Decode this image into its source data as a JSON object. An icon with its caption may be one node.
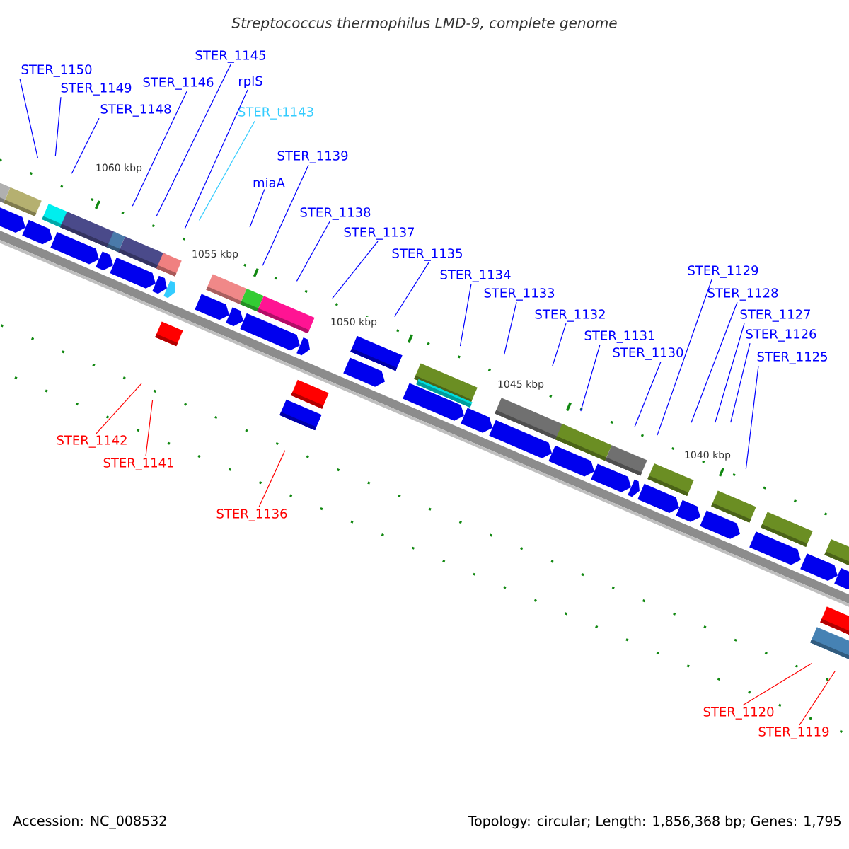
{
  "diagram": {
    "title": "Streptococcus thermophilus LMD-9, complete genome",
    "nodes": [
      {
        "text": [
          "STER_1150"
        ]
      },
      {
        "text": [
          "STER_1149"
        ]
      },
      {
        "text": [
          "STER_1148"
        ]
      },
      {
        "text": [
          "STER_1146"
        ]
      },
      {
        "text": [
          "STER_1145"
        ]
      },
      {
        "text": [
          "rplS"
        ]
      },
      {
        "text": [
          "STER_t1143"
        ]
      },
      {
        "text": [
          "miaA"
        ]
      },
      {
        "text": [
          "STER_1139"
        ]
      },
      {
        "text": [
          "STER_1138"
        ]
      },
      {
        "text": [
          "STER_1137"
        ]
      },
      {
        "text": [
          "STER_1135"
        ]
      },
      {
        "text": [
          "STER_1134"
        ]
      },
      {
        "text": [
          "STER_1133"
        ]
      },
      {
        "text": [
          "STER_1132"
        ]
      },
      {
        "text": [
          "STER_1131"
        ]
      },
      {
        "text": [
          "STER_1130"
        ]
      },
      {
        "text": [
          "STER_1129"
        ]
      },
      {
        "text": [
          "STER_1128"
        ]
      },
      {
        "text": [
          "STER_1127"
        ]
      },
      {
        "text": [
          "STER_1126"
        ]
      },
      {
        "text": [
          "STER_1125"
        ]
      },
      {
        "text": [
          "STER_1142"
        ]
      },
      {
        "text": [
          "STER_1141"
        ]
      },
      {
        "text": [
          "STER_1136"
        ]
      },
      {
        "text": [
          "STER_1120"
        ]
      },
      {
        "text": [
          "STER_1119"
        ]
      }
    ],
    "edges": [
      {
        "from": 0,
        "to": null,
        "arrow": "none"
      },
      {
        "from": 1,
        "to": null,
        "arrow": "none"
      },
      {
        "from": 2,
        "to": null,
        "arrow": "none"
      },
      {
        "from": 3,
        "to": null,
        "arrow": "none"
      },
      {
        "from": 4,
        "to": null,
        "arrow": "none"
      },
      {
        "from": 5,
        "to": null,
        "arrow": "none"
      },
      {
        "from": 6,
        "to": null,
        "arrow": "none",
        "color": "#33ccff"
      },
      {
        "from": 7,
        "to": null,
        "arrow": "none"
      },
      {
        "from": 8,
        "to": null,
        "arrow": "none"
      },
      {
        "from": 9,
        "to": null,
        "arrow": "none"
      },
      {
        "from": 10,
        "to": null,
        "arrow": "none"
      },
      {
        "from": 11,
        "to": null,
        "arrow": "none"
      },
      {
        "from": 12,
        "to": null,
        "arrow": "none"
      },
      {
        "from": 13,
        "to": null,
        "arrow": "none"
      },
      {
        "from": 14,
        "to": null,
        "arrow": "none"
      },
      {
        "from": 15,
        "to": null,
        "arrow": "none"
      },
      {
        "from": 16,
        "to": null,
        "arrow": "none"
      },
      {
        "from": 17,
        "to": null,
        "arrow": "none"
      },
      {
        "from": 18,
        "to": null,
        "arrow": "none"
      },
      {
        "from": 19,
        "to": null,
        "arrow": "none"
      },
      {
        "from": 20,
        "to": null,
        "arrow": "none"
      },
      {
        "from": 21,
        "to": null,
        "arrow": "none"
      },
      {
        "from": 22,
        "to": null,
        "arrow": "none",
        "color": "#ff0000"
      },
      {
        "from": 23,
        "to": null,
        "arrow": "none",
        "color": "#ff0000"
      },
      {
        "from": 24,
        "to": null,
        "arrow": "none",
        "color": "#ff0000"
      },
      {
        "from": 25,
        "to": null,
        "arrow": "none",
        "color": "#ff0000"
      },
      {
        "from": 26,
        "to": null,
        "arrow": "none",
        "color": "#ff0000"
      }
    ],
    "labels": [
      "1060 kbp",
      "1055 kbp",
      "1050 kbp",
      "1045 kbp",
      "1040 kbp",
      "Accession: NC_008532",
      "Topology: circular; Length: 1,856,368 bp; Genes: 1,795"
    ]
  }
}
